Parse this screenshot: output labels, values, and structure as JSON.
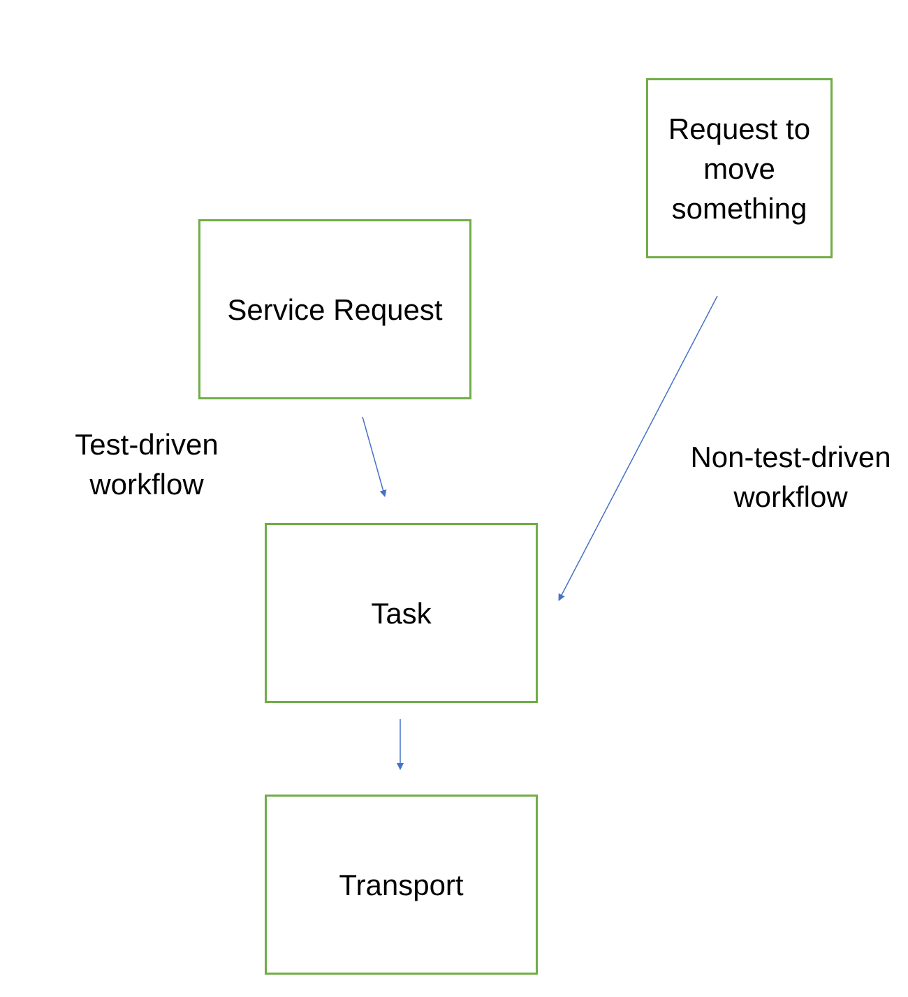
{
  "colors": {
    "box_border": "#70ad47",
    "arrow": "#4472c4",
    "text": "#000000",
    "background": "#ffffff"
  },
  "nodes": {
    "request_move": {
      "label": "Request to\nmove\nsomething"
    },
    "service_request": {
      "label": "Service Request"
    },
    "task": {
      "label": "Task"
    },
    "transport": {
      "label": "Transport"
    }
  },
  "labels": {
    "test_driven": "Test-driven\nworkflow",
    "non_test_driven": "Non-test-driven\nworkflow"
  },
  "edges": [
    {
      "from": "service_request",
      "to": "task"
    },
    {
      "from": "request_move",
      "to": "task"
    },
    {
      "from": "task",
      "to": "transport"
    }
  ]
}
